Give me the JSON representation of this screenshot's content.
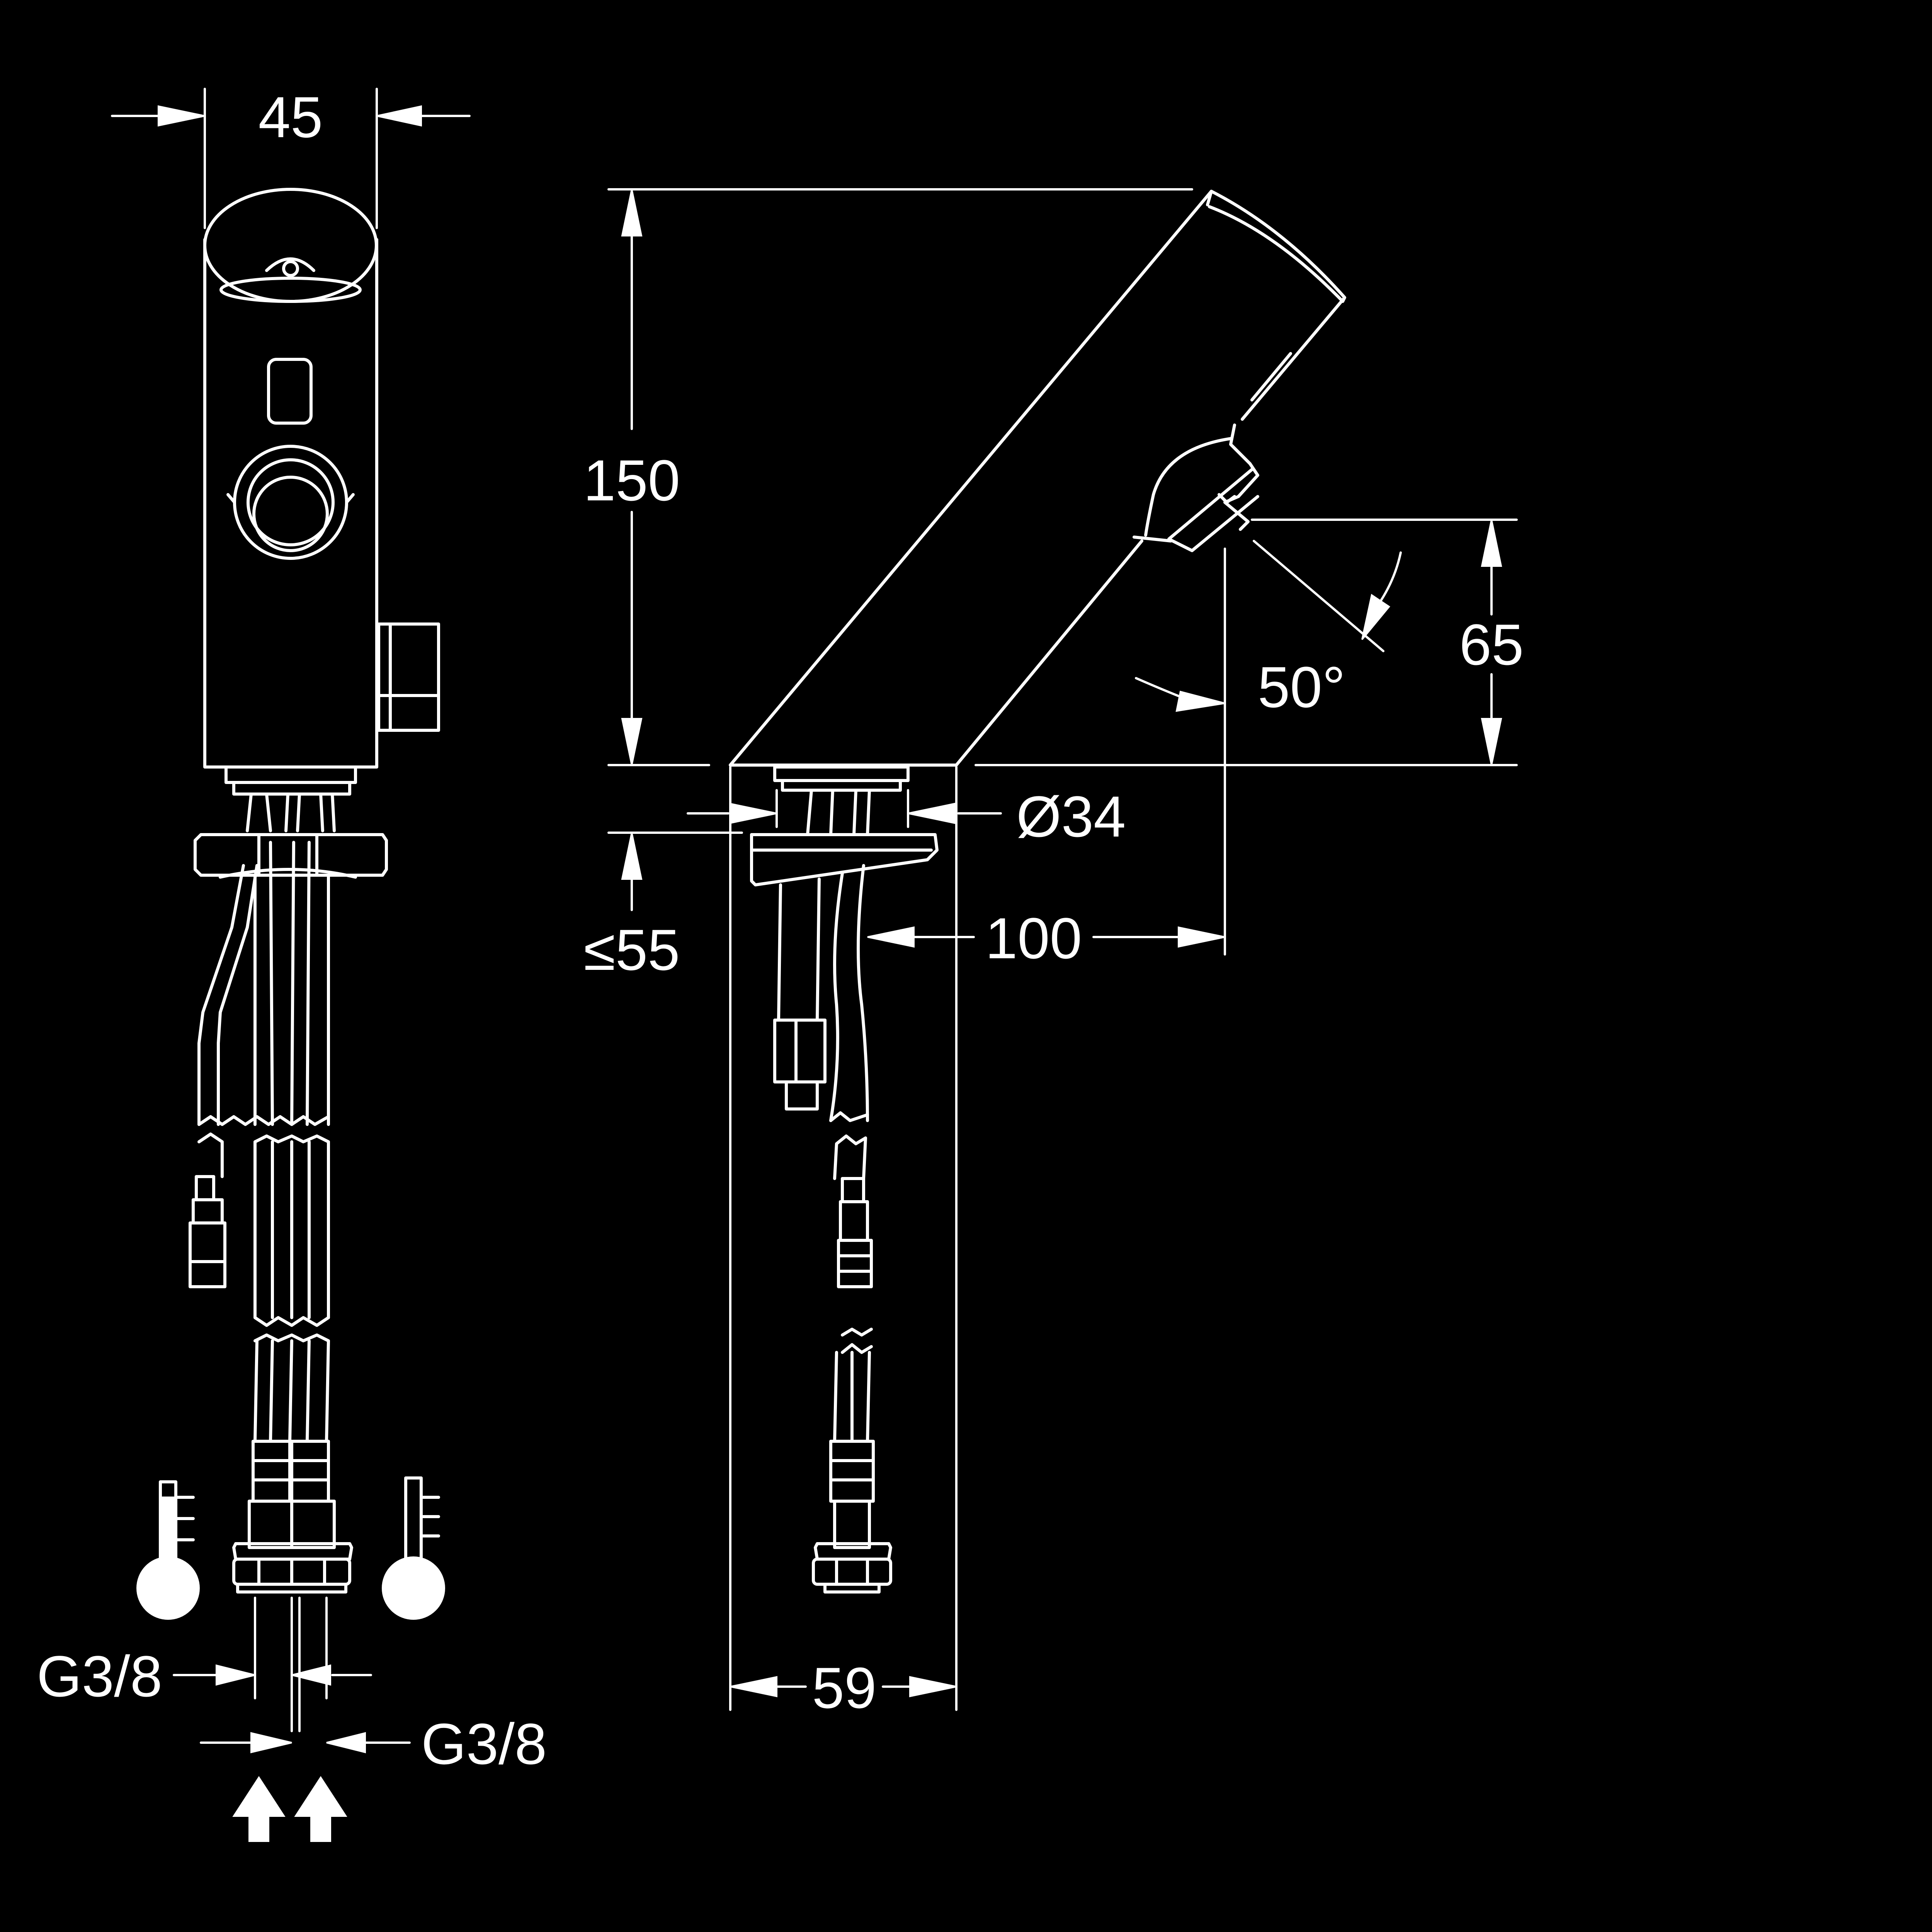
{
  "dimensions": {
    "width_top": "45",
    "height_total": "150",
    "sensor_height": "65",
    "sensor_angle": "50°",
    "base_diameter": "Ø34",
    "deck_thickness": "≤55",
    "projection": "100",
    "depth": "59",
    "connection_left": "G3/8",
    "connection_right": "G3/8"
  },
  "icons": {
    "hot_water": "thermometer-hot-icon",
    "cold_water": "thermometer-cold-icon",
    "supply": "supply-arrow-icon"
  },
  "colors": {
    "background": "#000000",
    "line": "#ffffff"
  }
}
